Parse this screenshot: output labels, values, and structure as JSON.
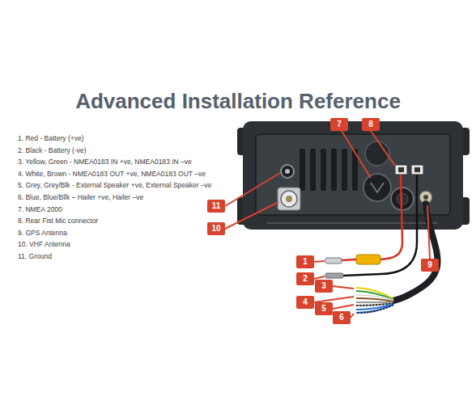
{
  "diagram": {
    "title": "Advanced Installation Reference",
    "labels": [
      "1. Red - Battery (+ve)",
      "2. Black - Battery (-ve)",
      "3. Yellow, Green - NMEA0183 IN +ve, NMEA0183 IN –ve",
      "4. White, Brown - NMEA0183 OUT +ve, NMEA0183 OUT –ve",
      "5. Grey, Grey/Blk - External Speaker +ve, External Speaker –ve",
      "6. Blue, Blue/Bllk – Hailer +ve, Hailer –ve",
      "7. NMEA 2000",
      "8. Rear Fist Mic connector",
      "9. GPS Antenna",
      "10. VHF Antenna",
      "11. Ground",
      "7",
      "8",
      "11",
      "10",
      "9",
      "1",
      "2",
      "3",
      "4",
      "5",
      "6"
    ]
  }
}
